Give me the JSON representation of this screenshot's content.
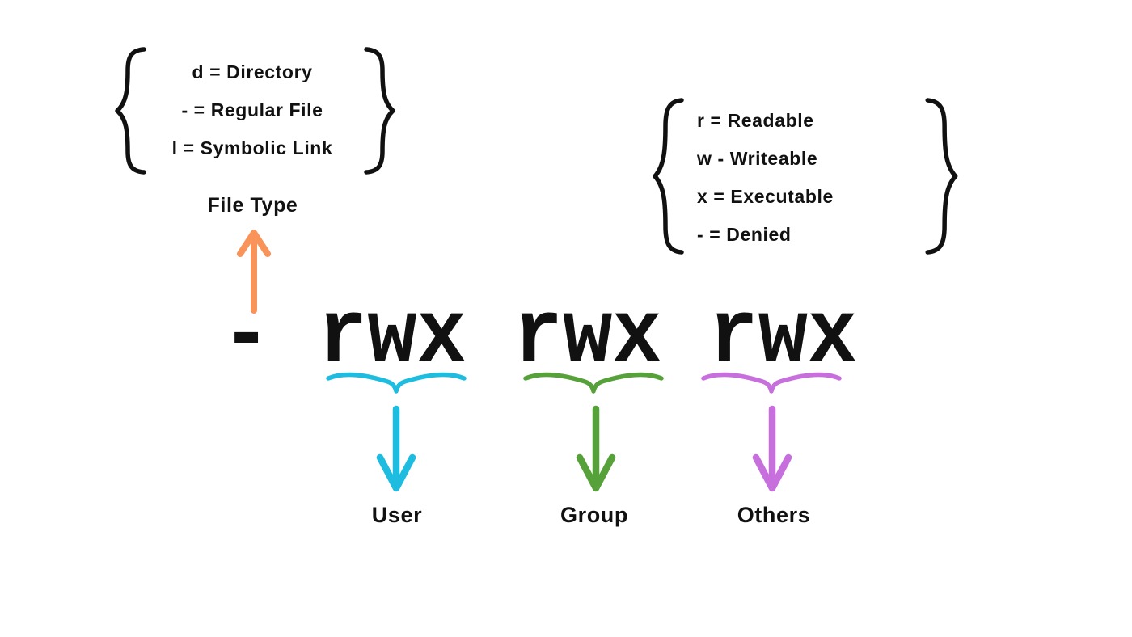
{
  "file_type_legend": {
    "items": [
      "d = Directory",
      "- = Regular File",
      "l = Symbolic Link"
    ],
    "label": "File Type"
  },
  "permission_legend": {
    "items": [
      "r = Readable",
      "w - Writeable",
      "x = Executable",
      "- = Denied"
    ]
  },
  "permission_string": {
    "file_type": "-",
    "user": "rwx",
    "group": "rwx",
    "others": "rwx"
  },
  "scopes": {
    "user": "User",
    "group": "Group",
    "others": "Others"
  },
  "colors": {
    "ink": "#111111",
    "background": "#FFFFFF",
    "file_type_arrow_orange": "#F8935A",
    "user_cyan": "#1EBCDE",
    "group_green": "#57A13A",
    "others_purple": "#C76FDC"
  }
}
